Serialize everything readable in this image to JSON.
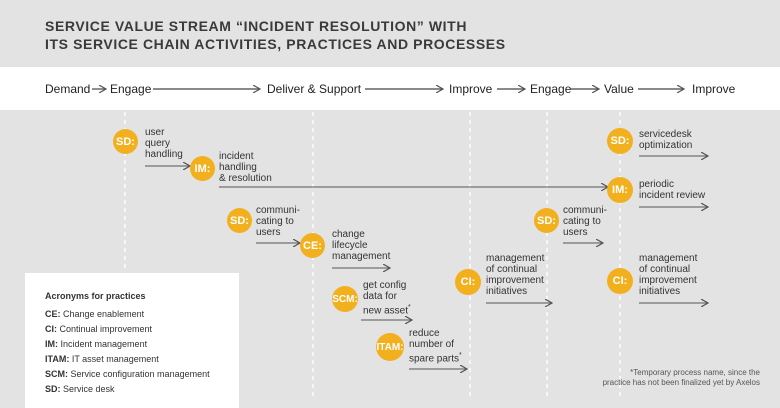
{
  "title": {
    "line1": "SERVICE VALUE STREAM “INCIDENT RESOLUTION” WITH",
    "line2": "ITS SERVICE CHAIN ACTIVITIES, PRACTICES AND PROCESSES"
  },
  "stages": [
    "Demand",
    "Engage",
    "Deliver & Support",
    "Improve",
    "Engage",
    "Value",
    "Improve"
  ],
  "nodes": [
    {
      "badge": "SD:",
      "lines": [
        "user",
        "query",
        "handling"
      ]
    },
    {
      "badge": "IM:",
      "lines": [
        "incident",
        "handling",
        "& resolution"
      ]
    },
    {
      "badge": "SD:",
      "lines": [
        "communi-",
        "cating to",
        "users"
      ]
    },
    {
      "badge": "CE:",
      "lines": [
        "change",
        "lifecycle",
        "management"
      ]
    },
    {
      "badge": "SCM:",
      "lines": [
        "get config",
        "data for",
        "new asset"
      ]
    },
    {
      "badge": "ITAM:",
      "lines": [
        "reduce",
        "number of",
        "spare parts"
      ]
    },
    {
      "badge": "CI:",
      "lines": [
        "management",
        "of continual",
        "improvement",
        "initiatives"
      ]
    },
    {
      "badge": "SD:",
      "lines": [
        "communi-",
        "cating to",
        "users"
      ]
    },
    {
      "badge": "SD:",
      "lines": [
        "servicedesk",
        "optimization"
      ]
    },
    {
      "badge": "IM:",
      "lines": [
        "periodic",
        "incident review"
      ]
    },
    {
      "badge": "CI:",
      "lines": [
        "management",
        "of continual",
        "improvement",
        "initiatives"
      ]
    }
  ],
  "legend": {
    "title": "Acronyms for practices",
    "items": [
      {
        "abbr": "CE:",
        "text": "Change enablement"
      },
      {
        "abbr": "CI:",
        "text": "Continual improvement"
      },
      {
        "abbr": "IM:",
        "text": "Incident management"
      },
      {
        "abbr": "ITAM:",
        "text": "IT asset management"
      },
      {
        "abbr": "SCM:",
        "text": "Service configuration management"
      },
      {
        "abbr": "SD:",
        "text": "Service desk"
      }
    ]
  },
  "footnote": {
    "line1": "*Temporary process name, since the",
    "line2": "practice has not been finalized yet by Axelos"
  },
  "colors": {
    "badge": "#f2b01e",
    "background": "#e3e3e3",
    "band": "#ffffff",
    "arrow": "#555555"
  }
}
